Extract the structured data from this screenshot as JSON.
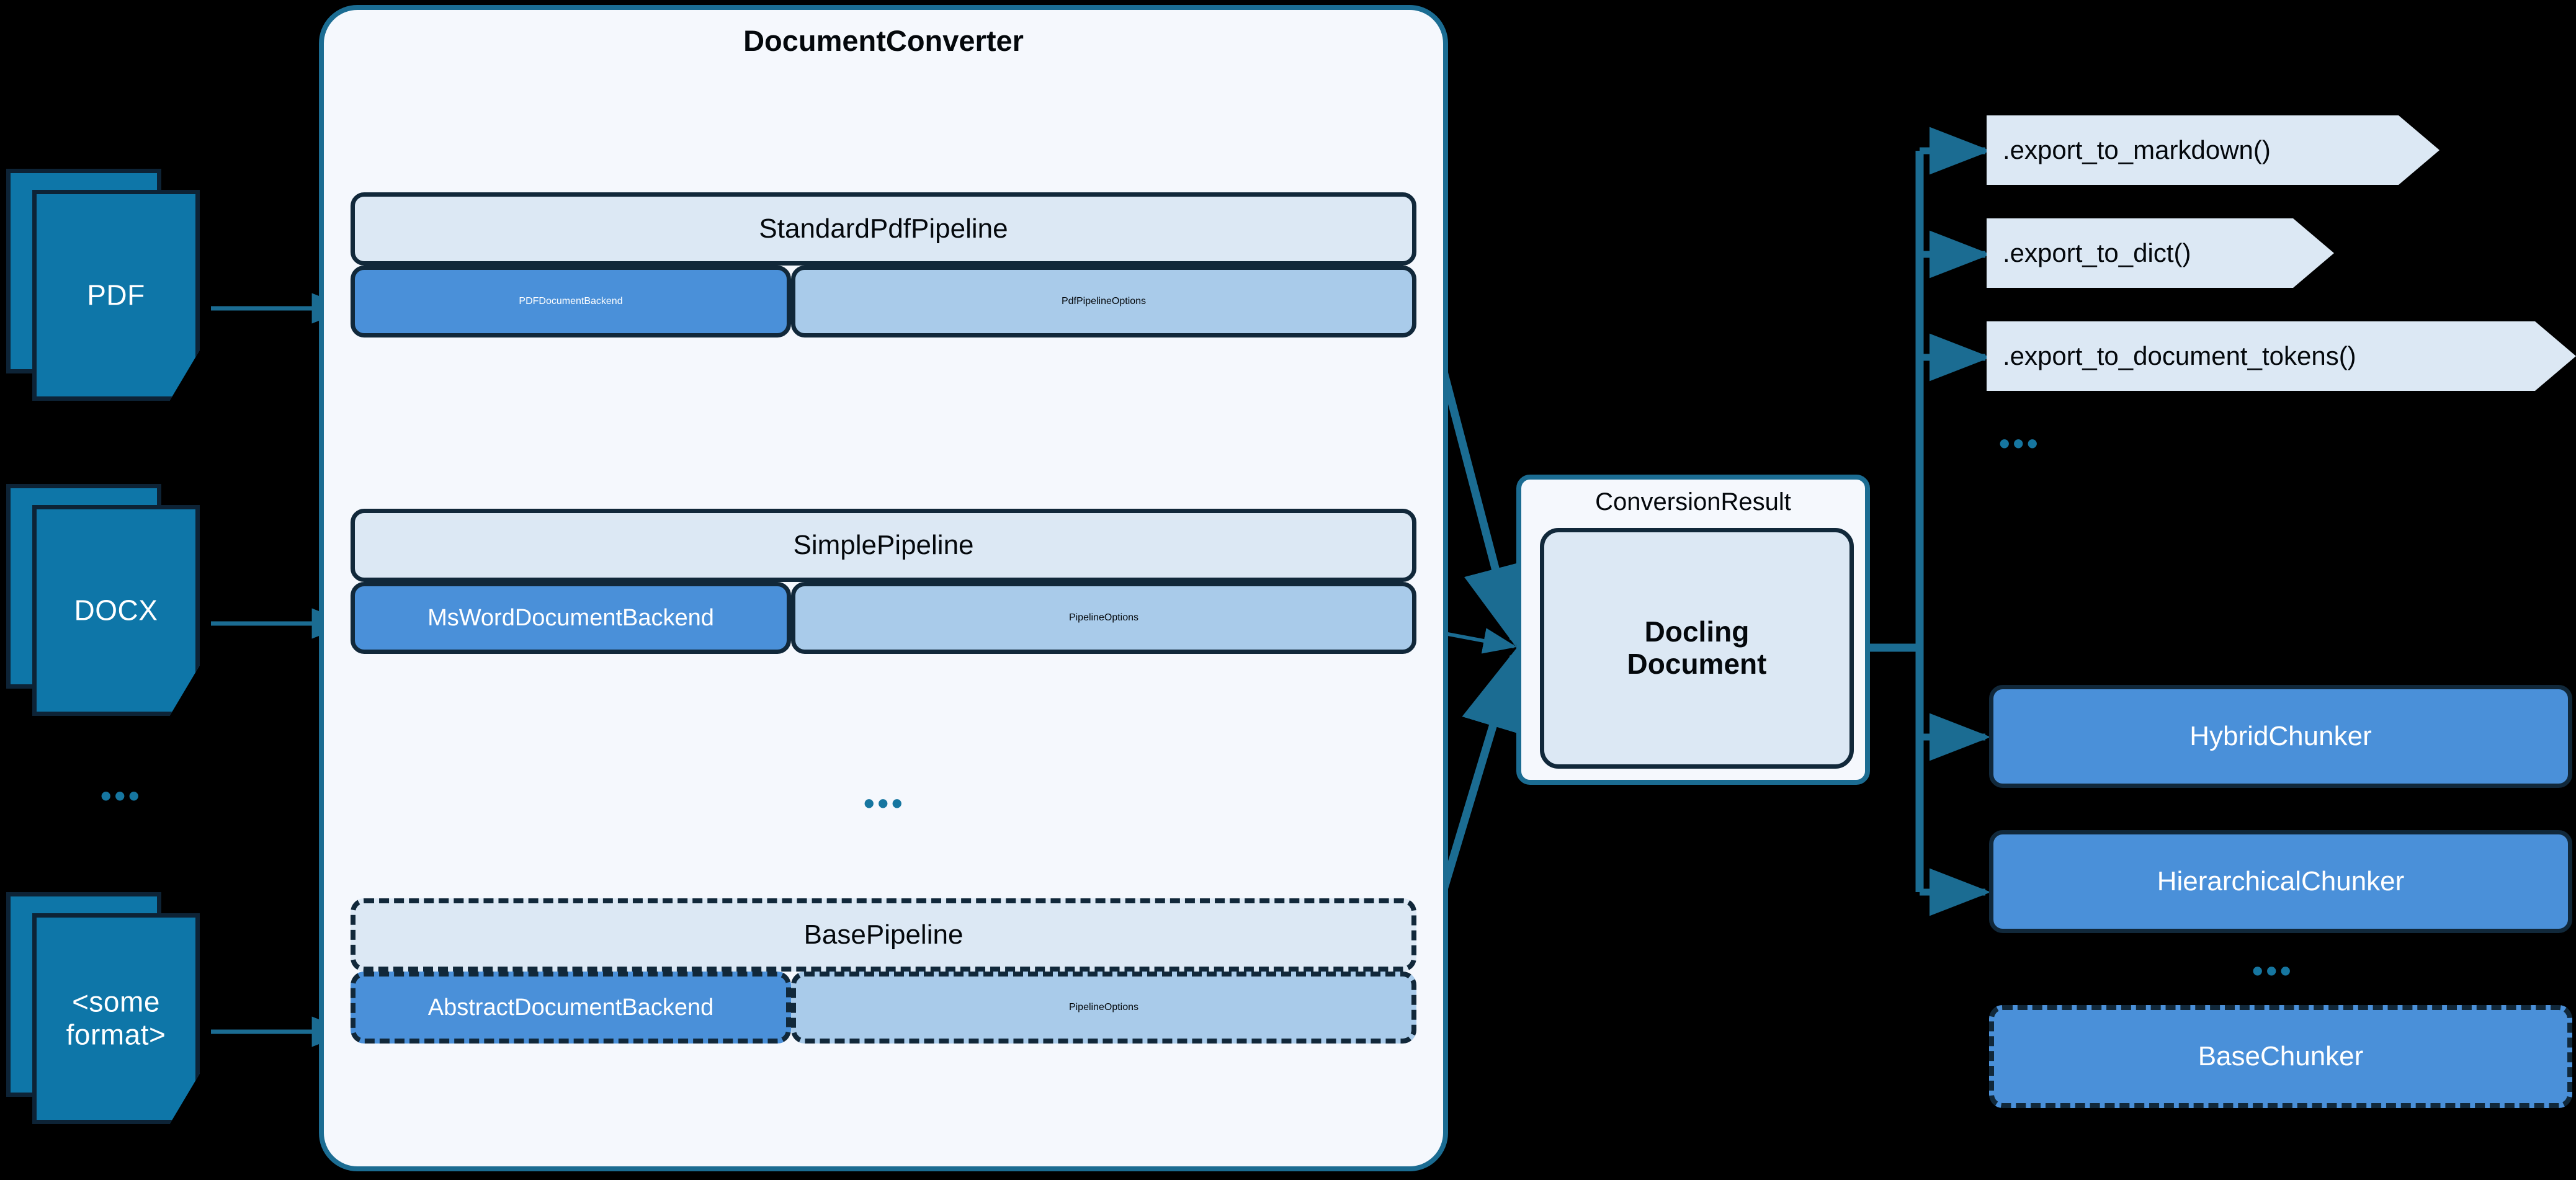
{
  "inputs": {
    "documents": [
      {
        "id": "pdf",
        "label": "PDF"
      },
      {
        "id": "docx",
        "label": "DOCX"
      },
      {
        "id": "some-format",
        "label": "<some\nformat>"
      }
    ],
    "ellipsis": "•••"
  },
  "converter": {
    "title": "DocumentConverter",
    "ellipsis": "•••",
    "pipelines": [
      {
        "id": "standard-pdf-pipeline",
        "name": "StandardPdfPipeline",
        "backend": "PDFDocumentBackend",
        "options": "PdfPipelineOptions",
        "abstract": false
      },
      {
        "id": "simple-pipeline",
        "name": "SimplePipeline",
        "backend": "MsWordDocumentBackend",
        "options": "PipelineOptions",
        "abstract": false
      },
      {
        "id": "base-pipeline",
        "name": "BasePipeline",
        "backend": "AbstractDocumentBackend",
        "options": "PipelineOptions",
        "abstract": true
      }
    ]
  },
  "result": {
    "container_title": "ConversionResult",
    "document_label": "Docling\nDocument"
  },
  "exports": {
    "items": [
      {
        "id": "export-markdown",
        "label": ".export_to_markdown()"
      },
      {
        "id": "export-dict",
        "label": ".export_to_dict()"
      },
      {
        "id": "export-document-tokens",
        "label": ".export_to_document_tokens()"
      }
    ],
    "ellipsis": "•••"
  },
  "chunkers": {
    "items": [
      {
        "id": "hybrid-chunker",
        "label": "HybridChunker",
        "abstract": false
      },
      {
        "id": "hierarchical-chunker",
        "label": "HierarchicalChunker",
        "abstract": false
      },
      {
        "id": "base-chunker",
        "label": "BaseChunker",
        "abstract": true
      }
    ],
    "ellipsis": "•••"
  },
  "colors": {
    "background": "#000000",
    "panel_fill": "#f5f8fd",
    "panel_border": "#1b6c92",
    "pipeline_head_fill": "#dce8f4",
    "backend_fill": "#4a90d9",
    "options_fill": "#a9cbea",
    "document_fill": "#0e76a8",
    "box_border": "#11283a",
    "edge": "#1b6c92",
    "ellipsis": "#1676a0",
    "text_dark": "#04080c",
    "text_light": "#ffffff"
  }
}
